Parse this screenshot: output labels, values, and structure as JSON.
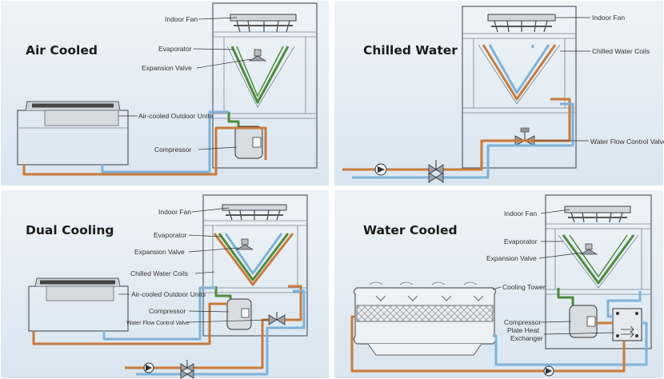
{
  "panels": [
    {
      "title": "Air Cooled",
      "labels": [
        "Indoor Fan",
        "Evaporator",
        "Expansion Valve",
        "Air-cooled Outdoor Units",
        "Compressor"
      ]
    },
    {
      "title": "Chilled Water",
      "labels": [
        "Indoor Fan",
        "Chilled Water Coils",
        "Water Flow Control Valve"
      ]
    },
    {
      "title": "Dual Cooling",
      "labels": [
        "Indoor Fan",
        "Evaporator",
        "Expansion Valve",
        "Chilled Water Coils",
        "Air-cooled Outdoor Units",
        "Compressor",
        "Water Flow Control Valve"
      ]
    },
    {
      "title": "Water Cooled",
      "labels": [
        "Indoor Fan",
        "Evaporator",
        "Expansion Valve",
        "Cooling Tower",
        "Compressor",
        "Plate Heat",
        "Exchanger"
      ]
    }
  ],
  "colors": {
    "panel_bg": "#e3ecf4",
    "refrigerant_pipe": "#c97a3a",
    "water_pipe": "#7fb2d8",
    "evaporator_coil": "#4f8a3a"
  }
}
